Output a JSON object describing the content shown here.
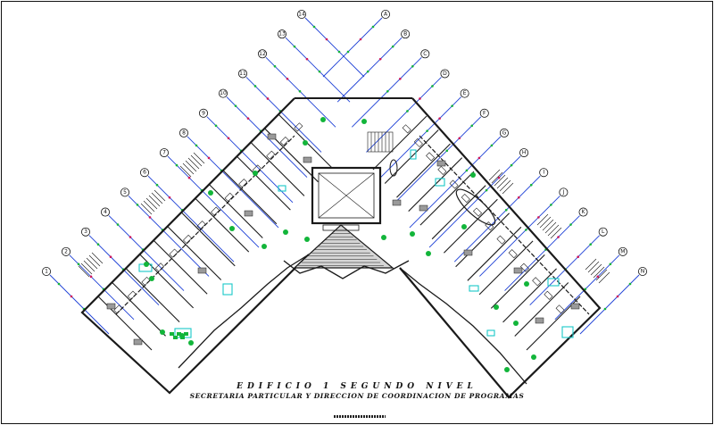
{
  "drawing": {
    "title_line1": "EDIFICIO 1 SEGUNDO NIVEL",
    "title_line2": "SECRETARIA PARTICULAR Y DIRECCION DE COORDINACION DE PROGRAMAS"
  },
  "grid_left": [
    "1",
    "2",
    "3",
    "4",
    "5",
    "6",
    "7",
    "8",
    "9",
    "10",
    "11",
    "12",
    "13",
    "14"
  ],
  "grid_right": [
    "A",
    "B",
    "C",
    "D",
    "E",
    "F",
    "G",
    "H",
    "I",
    "J",
    "K",
    "L",
    "M",
    "N"
  ],
  "colors": {
    "linework": "#1a1a1a",
    "grid": "#1c3fd6",
    "accent": "#12b53a",
    "furniture": "#19c8c8",
    "marker": "#d0155b"
  }
}
